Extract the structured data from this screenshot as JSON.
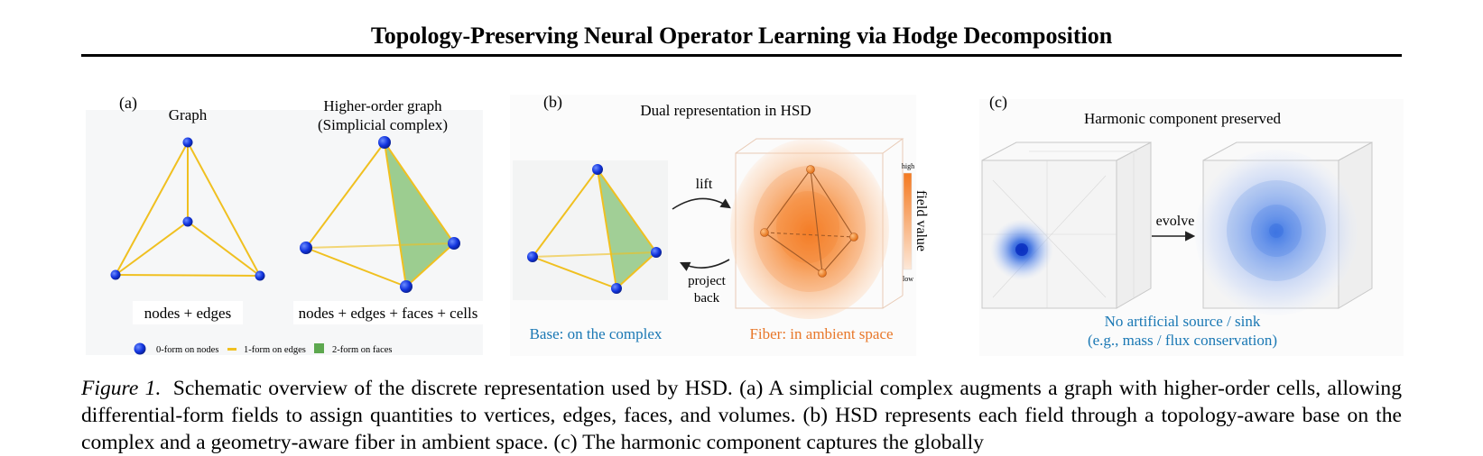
{
  "header": {
    "title": "Topology-Preserving Neural Operator Learning via Hodge Decomposition"
  },
  "panel_a": {
    "label": "(a)",
    "graph_title": "Graph",
    "higher_title_line1": "Higher-order graph",
    "higher_title_line2": "(Simplicial complex)",
    "graph_caption": "nodes + edges",
    "higher_caption": "nodes + edges + faces + cells",
    "legend": {
      "nodes": "0-form on nodes",
      "edges": "1-form on edges",
      "faces": "2-form on faces"
    }
  },
  "panel_b": {
    "label": "(b)",
    "title": "Dual representation in HSD",
    "lift_label": "lift",
    "project_line1": "project",
    "project_line2": "back",
    "colorbar_high": "high",
    "colorbar_low": "low",
    "colorbar_title": "field value",
    "base_caption": "Base: on the complex",
    "fiber_caption": "Fiber: in ambient space"
  },
  "panel_c": {
    "label": "(c)",
    "title": "Harmonic component preserved",
    "evolve_label": "evolve",
    "caption_line1": "No artificial source / sink",
    "caption_line2": "(e.g., mass / flux conservation)"
  },
  "caption": {
    "label": "Figure 1.",
    "text": "Schematic overview of the discrete representation used by HSD. (a) A simplicial complex augments a graph with higher-order cells, allowing differential-form fields to assign quantities to vertices, edges, faces, and volumes. (b) HSD represents each field through a topology-aware base on the complex and a geometry-aware fiber in ambient space. (c) The harmonic component captures the globally"
  },
  "colors": {
    "node_blue": "#1133dd",
    "edge_yellow": "#f0c020",
    "face_green": "#7dbf6e",
    "fiber_orange": "#f47920",
    "base_text_blue": "#1a78b4",
    "fiber_text_orange": "#e8782a",
    "harmonic_blue": "#3070e0"
  }
}
